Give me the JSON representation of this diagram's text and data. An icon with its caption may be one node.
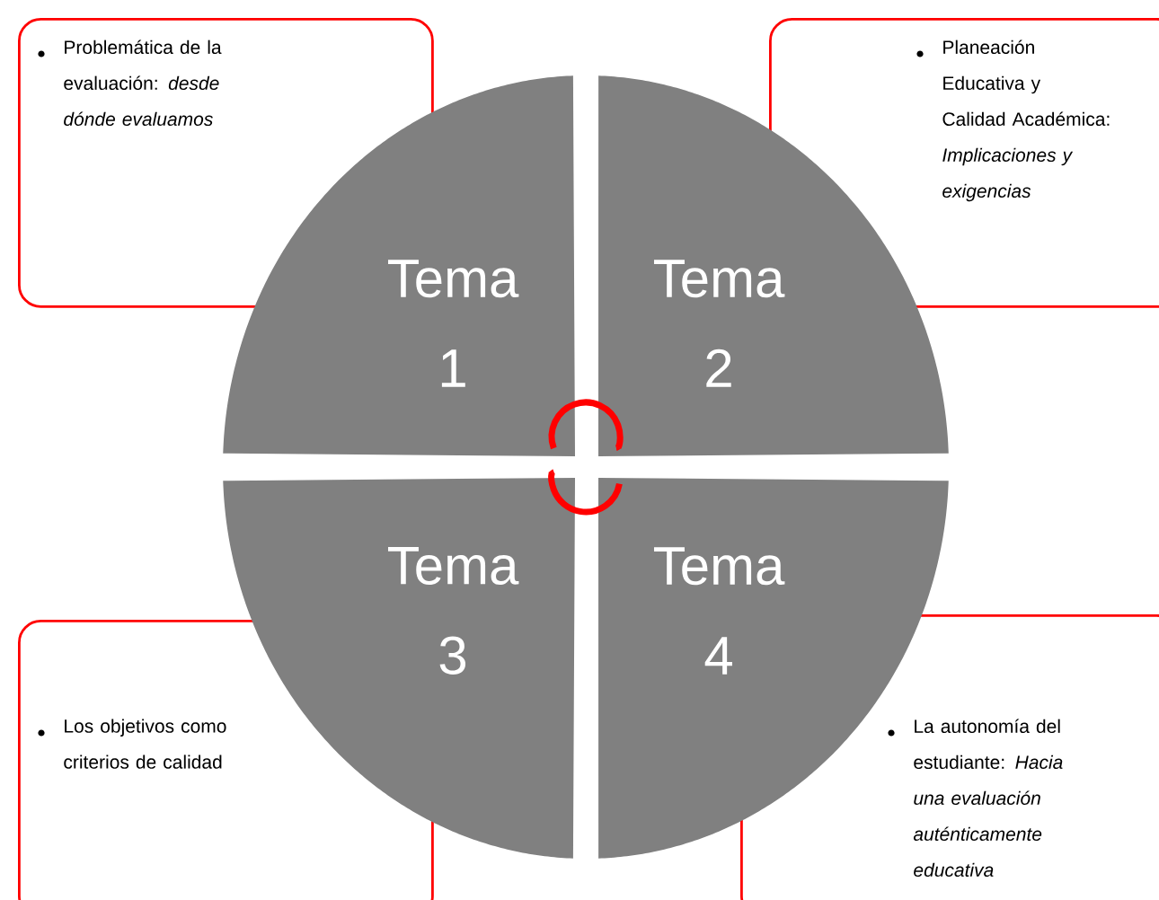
{
  "diagram": {
    "nodes": [
      {
        "text": [
          "Problemática de la evaluación: *desde dónde evaluamos*"
        ]
      },
      {
        "text": [
          "Planeación Educativa y Calidad Académica: *Implicaciones y exigencias*"
        ]
      },
      {
        "text": [
          "Tema 1"
        ]
      },
      {
        "text": [
          "Tema 2"
        ]
      },
      {
        "text": [
          "Tema 3"
        ]
      },
      {
        "text": [
          "Tema 4"
        ]
      },
      {
        "text": [
          "Los objetivos como criterios de calidad"
        ]
      },
      {
        "text": [
          "La autonomía del estudiante: *Hacia una evaluación auténticamente educativa*"
        ]
      }
    ],
    "edges": [
      {
        "from": 2,
        "to": 3,
        "arrow": "to"
      },
      {
        "from": 5,
        "to": 4,
        "arrow": "to"
      }
    ]
  }
}
